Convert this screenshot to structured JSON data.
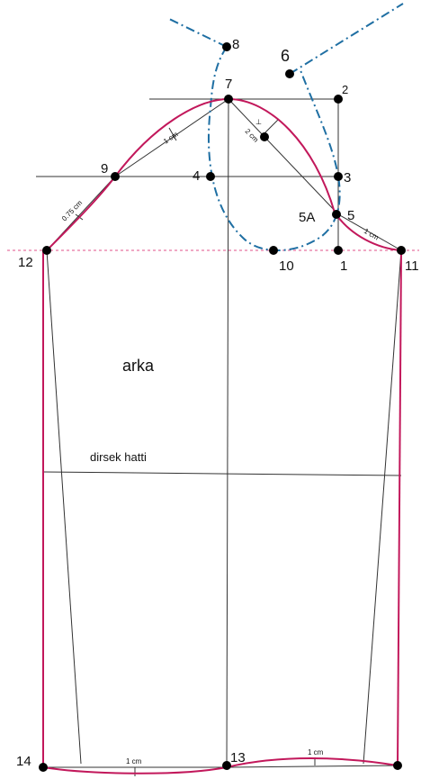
{
  "labels": {
    "piece": "arka",
    "elbow_line": "dirsek hatti",
    "measure_1cm": "1 cm",
    "measure_2cm": "2 cm",
    "measure_075cm": "0.75 cm",
    "perp_mark": "⊥"
  },
  "points": {
    "p1": "1",
    "p2": "2",
    "p3": "3",
    "p4": "4",
    "p5": "5",
    "p5a": "5A",
    "p6": "6",
    "p7": "7",
    "p8": "8",
    "p9": "9",
    "p10": "10",
    "p11": "11",
    "p12": "12",
    "p13": "13",
    "p14": "14"
  },
  "colors": {
    "outline": "#c2185b",
    "construction": "#000000",
    "armhole": "#1f6fa3",
    "guide": "#e0508a"
  }
}
